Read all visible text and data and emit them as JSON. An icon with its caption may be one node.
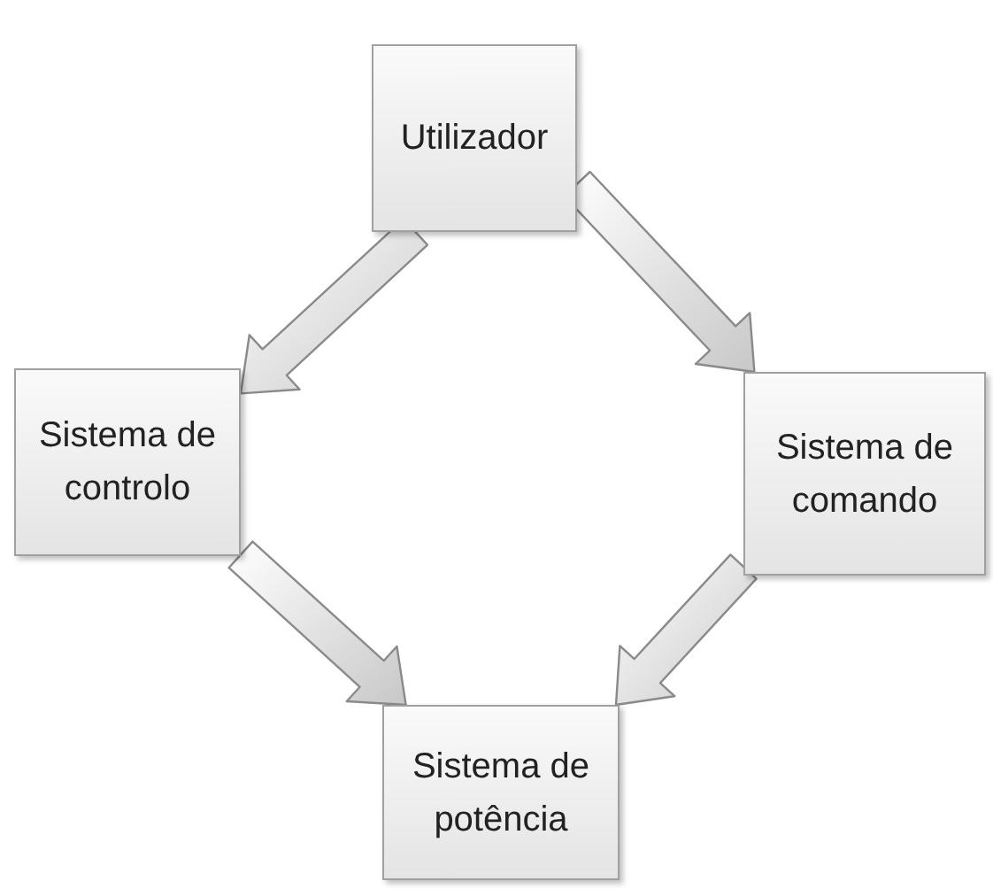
{
  "diagram": {
    "nodes": [
      {
        "text": [
          "Utilizador"
        ]
      },
      {
        "text": [
          "Sistema de controlo"
        ]
      },
      {
        "text": [
          "Sistema de comando"
        ]
      },
      {
        "text": [
          "Sistema de potência"
        ]
      }
    ],
    "edges": [
      {
        "from": 0,
        "to": 1,
        "arrow": "to"
      },
      {
        "from": 0,
        "to": 2,
        "arrow": "to"
      },
      {
        "from": 1,
        "to": 3,
        "arrow": "to"
      },
      {
        "from": 2,
        "to": 3,
        "arrow": "to"
      }
    ]
  }
}
